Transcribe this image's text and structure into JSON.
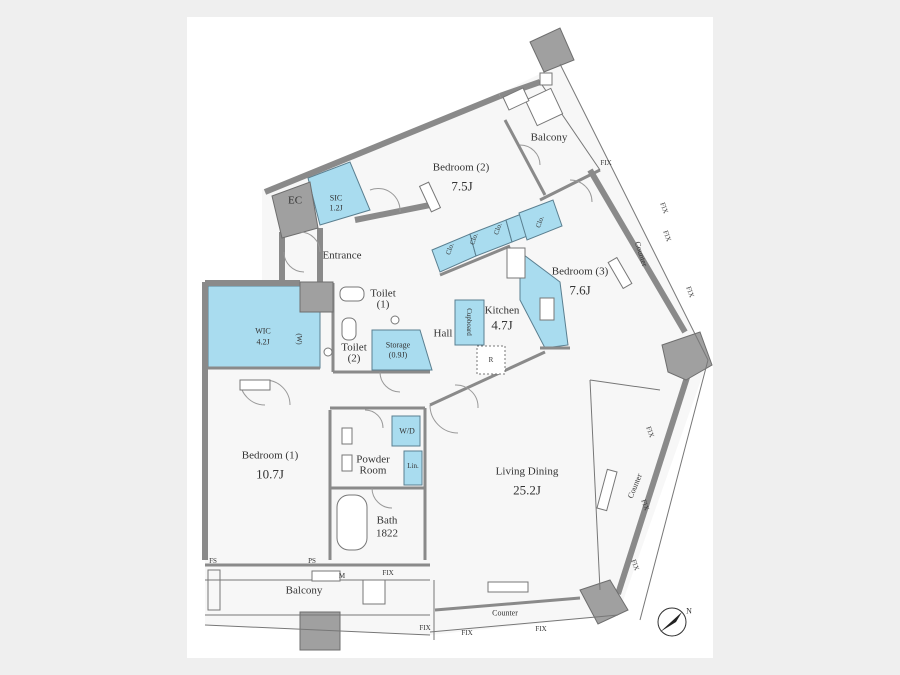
{
  "rooms": {
    "bedroom2": {
      "name": "Bedroom (2)",
      "area": "7.5J"
    },
    "bedroom3": {
      "name": "Bedroom (3)",
      "area": "7.6J"
    },
    "bedroom1": {
      "name": "Bedroom (1)",
      "area": "10.7J"
    },
    "kitchen": {
      "name": "Kitchen",
      "area": "4.7J"
    },
    "living": {
      "name": "Living Dining",
      "area": "25.2J"
    },
    "wic": {
      "name": "WIC",
      "area": "4.2J"
    },
    "sic": {
      "name": "SIC",
      "area": "1.2J"
    },
    "storage": {
      "name": "Storage",
      "area": "(0.9J)"
    },
    "toilet1": {
      "name": "Toilet",
      "num": "(1)"
    },
    "toilet2": {
      "name": "Toilet",
      "num": "(2)"
    },
    "bath": {
      "name": "Bath",
      "size": "1822"
    },
    "powder": {
      "line1": "Powder",
      "line2": "Room"
    }
  },
  "labels": {
    "entrance": "Entrance",
    "hall": "Hall",
    "ec": "EC",
    "balcony_top": "Balcony",
    "balcony_bottom": "Balcony",
    "wd": "W/D",
    "lin": "Lin.",
    "cupboard": "Cupboard",
    "fridge": "R",
    "clo": "Clo.",
    "wic_w": "(W)",
    "counter": "Counter",
    "fix": "FIX",
    "fs": "FS",
    "ps": "PS",
    "m": "M",
    "north": "N"
  },
  "colors": {
    "wall": "#8a8a8a",
    "storage_fill": "#a9dcef",
    "sheet": "#ffffff",
    "background": "#efefef",
    "text": "#333333"
  }
}
